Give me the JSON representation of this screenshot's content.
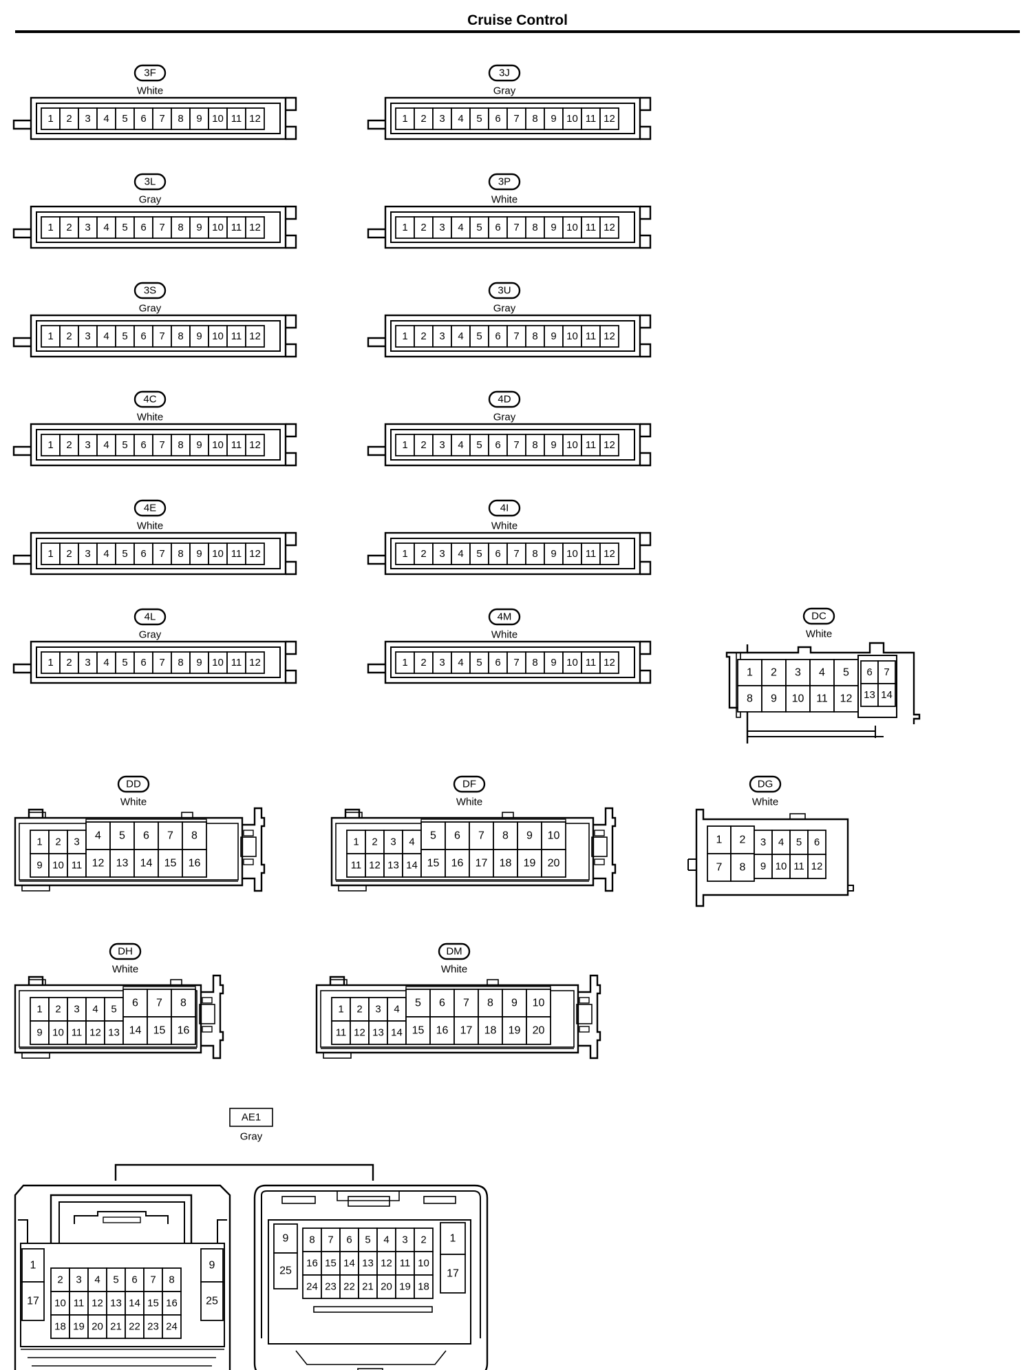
{
  "title": "Cruise Control",
  "connectors": [
    {
      "id": "3F",
      "color": "White",
      "kind": "strip12"
    },
    {
      "id": "3J",
      "color": "Gray",
      "kind": "strip12"
    },
    {
      "id": "3L",
      "color": "Gray",
      "kind": "strip12"
    },
    {
      "id": "3P",
      "color": "White",
      "kind": "strip12"
    },
    {
      "id": "3S",
      "color": "Gray",
      "kind": "strip12"
    },
    {
      "id": "3U",
      "color": "Gray",
      "kind": "strip12"
    },
    {
      "id": "4C",
      "color": "White",
      "kind": "strip12"
    },
    {
      "id": "4D",
      "color": "Gray",
      "kind": "strip12"
    },
    {
      "id": "4E",
      "color": "White",
      "kind": "strip12"
    },
    {
      "id": "4I",
      "color": "White",
      "kind": "strip12"
    },
    {
      "id": "4L",
      "color": "Gray",
      "kind": "strip12"
    },
    {
      "id": "4M",
      "color": "White",
      "kind": "strip12"
    },
    {
      "id": "DC",
      "color": "White",
      "kind": "DC"
    },
    {
      "id": "DD",
      "color": "White",
      "kind": "DD"
    },
    {
      "id": "DF",
      "color": "White",
      "kind": "DF"
    },
    {
      "id": "DG",
      "color": "White",
      "kind": "DG"
    },
    {
      "id": "DH",
      "color": "White",
      "kind": "DH"
    },
    {
      "id": "DM",
      "color": "White",
      "kind": "DM"
    },
    {
      "id": "AE1",
      "color": "Gray",
      "kind": "AE1"
    }
  ]
}
